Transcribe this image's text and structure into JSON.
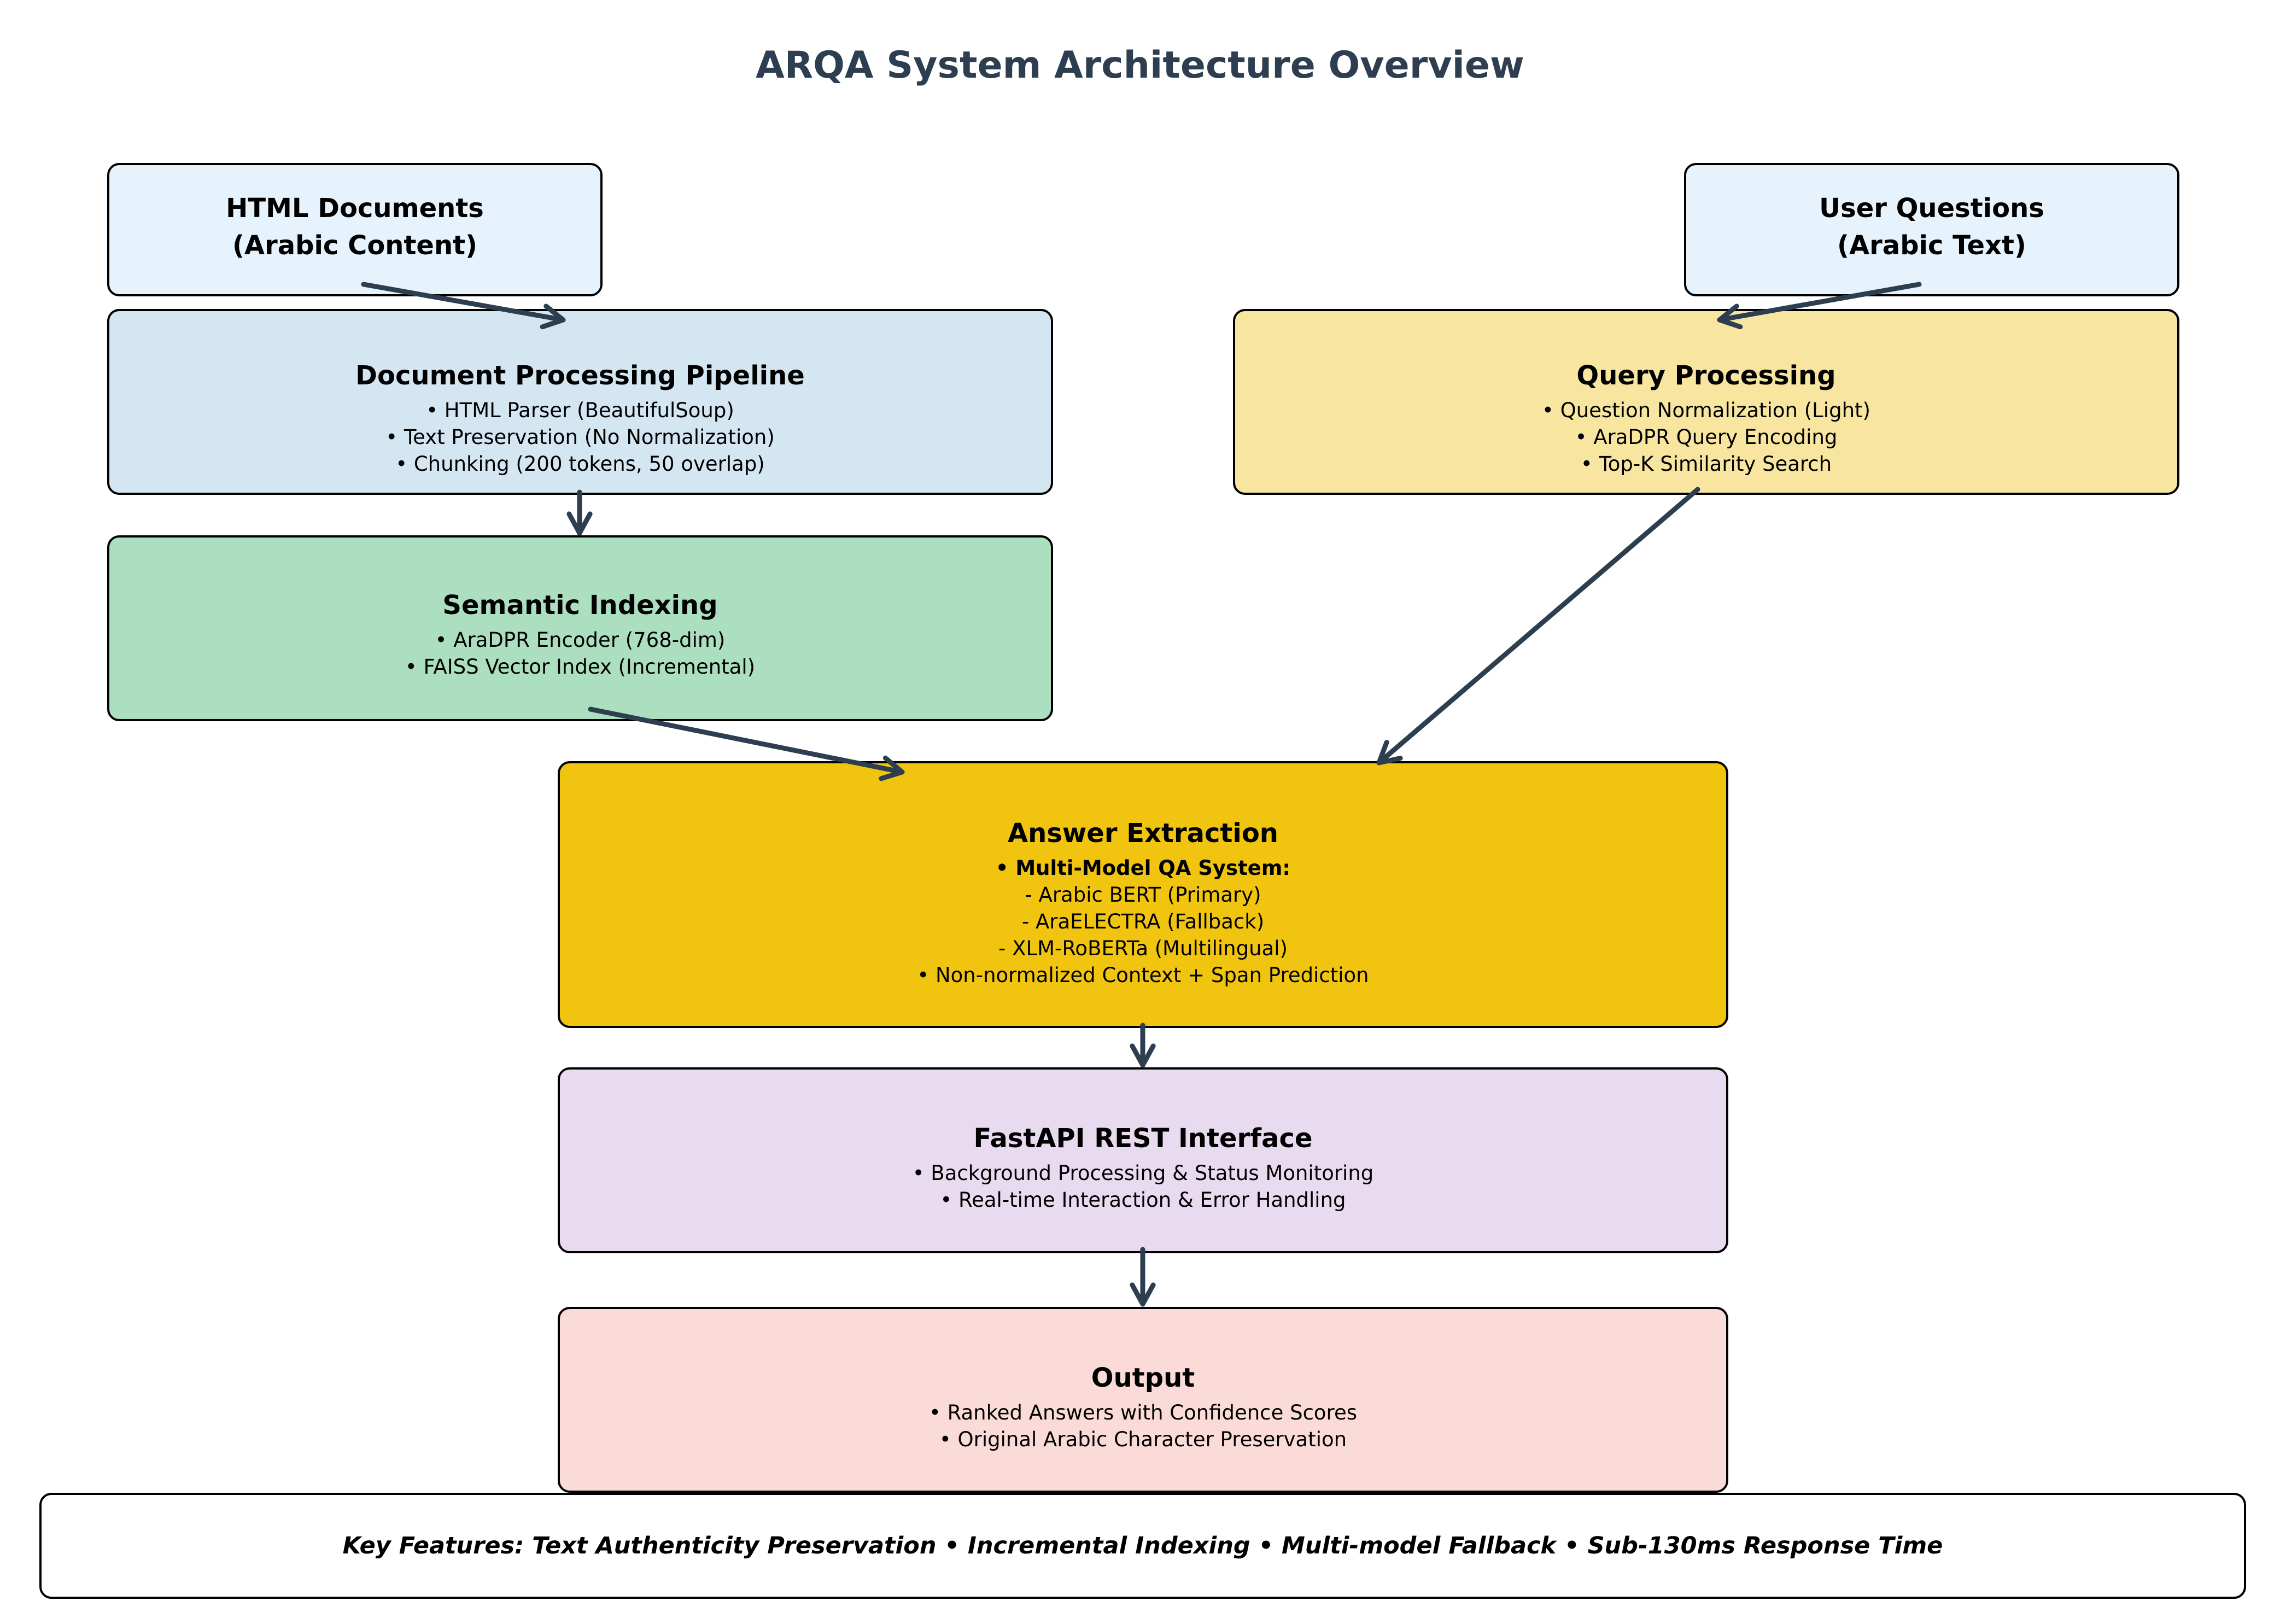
{
  "title": "ARQA System Architecture Overview",
  "colors": {
    "arrow": "#2c3e50",
    "input": "#e6f2fc",
    "document": "#d4e6f2",
    "query": "#f8e6a0",
    "semantic": "#abdfc0",
    "answer": "#f1c40f",
    "fastapi": "#e8dbef",
    "output": "#fadbd8",
    "footer": "#ffffff"
  },
  "nodes": {
    "html_docs": {
      "line1": "HTML Documents",
      "line2": "(Arabic Content)"
    },
    "user_questions": {
      "line1": "User Questions",
      "line2": "(Arabic Text)"
    },
    "doc_pipeline": {
      "heading": "Document Processing Pipeline",
      "bullets": [
        "• HTML Parser (BeautifulSoup)",
        "• Text Preservation (No Normalization)",
        "• Chunking (200 tokens, 50 overlap)"
      ]
    },
    "query_processing": {
      "heading": "Query Processing",
      "bullets": [
        "• Question Normalization (Light)",
        "• AraDPR Query Encoding",
        "• Top-K Similarity Search"
      ]
    },
    "semantic_indexing": {
      "heading": "Semantic Indexing",
      "bullets": [
        "• AraDPR Encoder (768-dim)",
        "• FAISS Vector Index (Incremental)"
      ]
    },
    "answer_extraction": {
      "heading": "Answer Extraction",
      "bullets": [
        "• Multi-Model QA System:",
        "- Arabic BERT (Primary)",
        "- AraELECTRA (Fallback)",
        "- XLM-RoBERTa (Multilingual)",
        "• Non-normalized Context + Span Prediction"
      ]
    },
    "fastapi": {
      "heading": "FastAPI REST Interface",
      "bullets": [
        "• Background Processing & Status Monitoring",
        "• Real-time Interaction & Error Handling"
      ]
    },
    "output": {
      "heading": "Output",
      "bullets": [
        "• Ranked Answers with Confidence Scores",
        "• Original Arabic Character Preservation"
      ]
    }
  },
  "footer": {
    "text": "Key Features: Text Authenticity Preservation • Incremental Indexing • Multi-model Fallback • Sub-130ms Response Time"
  }
}
